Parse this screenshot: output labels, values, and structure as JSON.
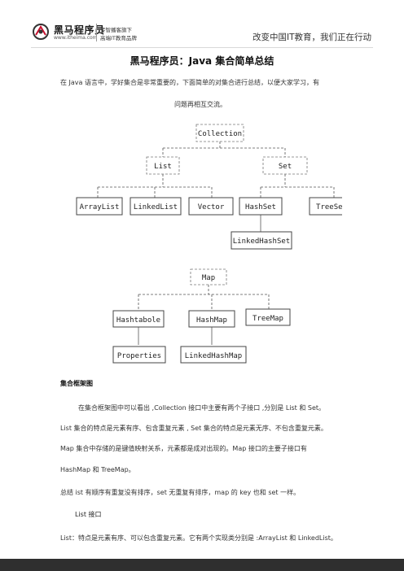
{
  "header": {
    "logo_name": "黑马程序员",
    "logo_url": "www.itheima.com",
    "slogan_line1": "传智播客旗下",
    "slogan_line2": "高端IT教育品牌",
    "tagline": "改变中国IT教育，我们正在行动"
  },
  "title": "黑马程序员：Java 集合简单总结",
  "intro": {
    "line1": "在 Java 语言中，学好集合是非常重要的，下面简单的对集合进行总结，以便大家学习，有",
    "line2": "问题再相互交流。"
  },
  "diagram1": {
    "collection": "Collection",
    "list": "List",
    "set": "Set",
    "arraylist": "ArrayList",
    "linkedlist": "LinkedList",
    "vector": "Vector",
    "hashset": "HashSet",
    "treeset": "TreeSet",
    "linkedhashset": "LinkedHashSet"
  },
  "diagram2": {
    "map": "Map",
    "hashtable": "Hashtabole",
    "hashmap": "HashMap",
    "treemap": "TreeMap",
    "properties": "Properties",
    "linkedhashmap": "LinkedHashMap"
  },
  "section": {
    "heading": "集合框架图",
    "p1": "在集合框架图中可以看出 ,Collection 接口中主要有两个子接口 ,分别是 List 和 Set。",
    "p2": "List 集合的特点是元素有序、包含重复元素 , Set 集合的特点是元素无序、不包含重复元素。",
    "p3": "Map 集合中存储的是键值映射关系，元素都是成对出现的。Map 接口的主要子接口有",
    "p4": "HashMap 和 TreeMap。",
    "p5": "总结 ist 有顺序有重复没有排序，set 无重复有排序，map 的 key 也和 set 一样。",
    "subheading": "List 接口",
    "p6": "List：特点是元素有序、可以包含重复元素。它有两个实现类分别是 :ArrayList 和 LinkedList。"
  }
}
